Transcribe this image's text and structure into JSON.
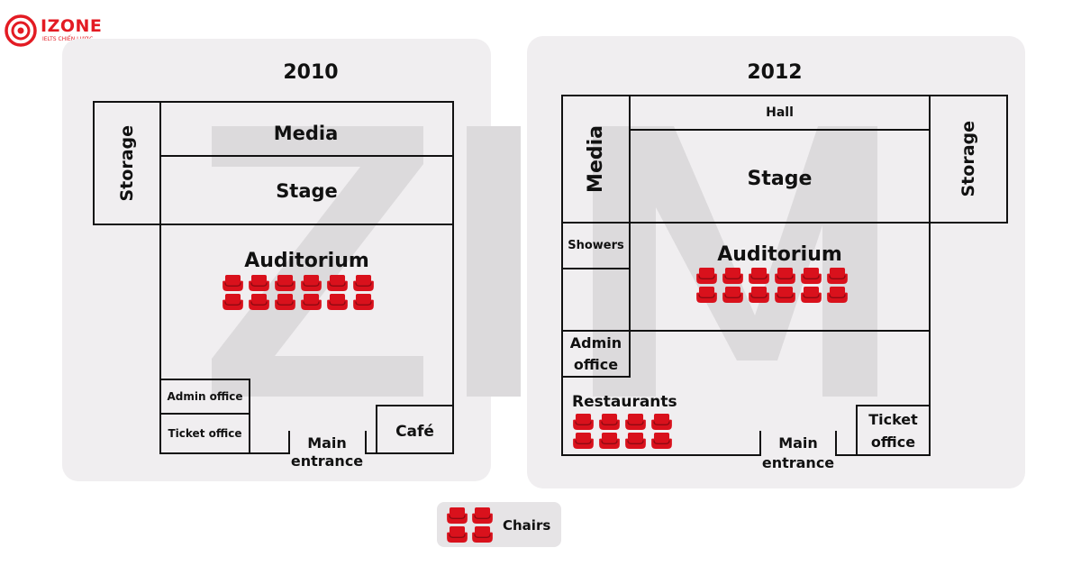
{
  "logo": {
    "name": "IZONE",
    "tagline": "IELTS CHIẾN LƯỢC",
    "color": "#e31b23"
  },
  "colors": {
    "chair": "#d9111c",
    "chair_dark": "#8e0a12",
    "panel": "#f0eef0",
    "watermark": "#dcdadc"
  },
  "plans": [
    {
      "year": "2010",
      "rooms": {
        "storage": "Storage",
        "media": "Media",
        "stage": "Stage",
        "auditorium": "Auditorium",
        "admin_office": "Admin office",
        "ticket_office": "Ticket office",
        "main_entrance": "Main entrance",
        "cafe": "Café"
      },
      "auditorium_chairs": 12
    },
    {
      "year": "2012",
      "rooms": {
        "media": "Media",
        "hall": "Hall",
        "stage": "Stage",
        "storage": "Storage",
        "showers": "Showers",
        "auditorium": "Auditorium",
        "admin_office": "Admin office",
        "restaurants": "Restaurants",
        "main_entrance": "Main entrance",
        "ticket_office": "Ticket office"
      },
      "auditorium_chairs": 12,
      "restaurant_chairs": 8
    }
  ],
  "legend": {
    "label": "Chairs",
    "icon": "chair-icon"
  }
}
